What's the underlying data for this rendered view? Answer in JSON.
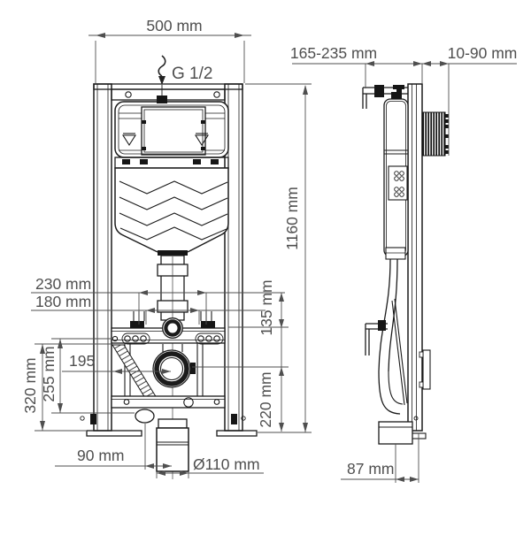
{
  "title": "Wall-mounted toilet installation frame technical drawing",
  "colors": {
    "line": "#1b1b1b",
    "dimension": "#4f4f4f",
    "background": "#ffffff"
  },
  "front_view": {
    "width": "500 mm",
    "water_inlet": "G 1/2",
    "height": "1160 mm",
    "fixing_outer": "230 mm",
    "fixing_inner": "180 mm",
    "fixing_height": "135 mm",
    "outlet_offset": "195",
    "h255": "255 mm",
    "h320": "320 mm",
    "outlet_height": "220 mm",
    "w90": "90 mm",
    "outlet_diameter": "Ø110 mm"
  },
  "side_view": {
    "mount_depth": "165-235 mm",
    "wall_gap": "10-90 mm",
    "outlet_depth": "87 mm"
  }
}
